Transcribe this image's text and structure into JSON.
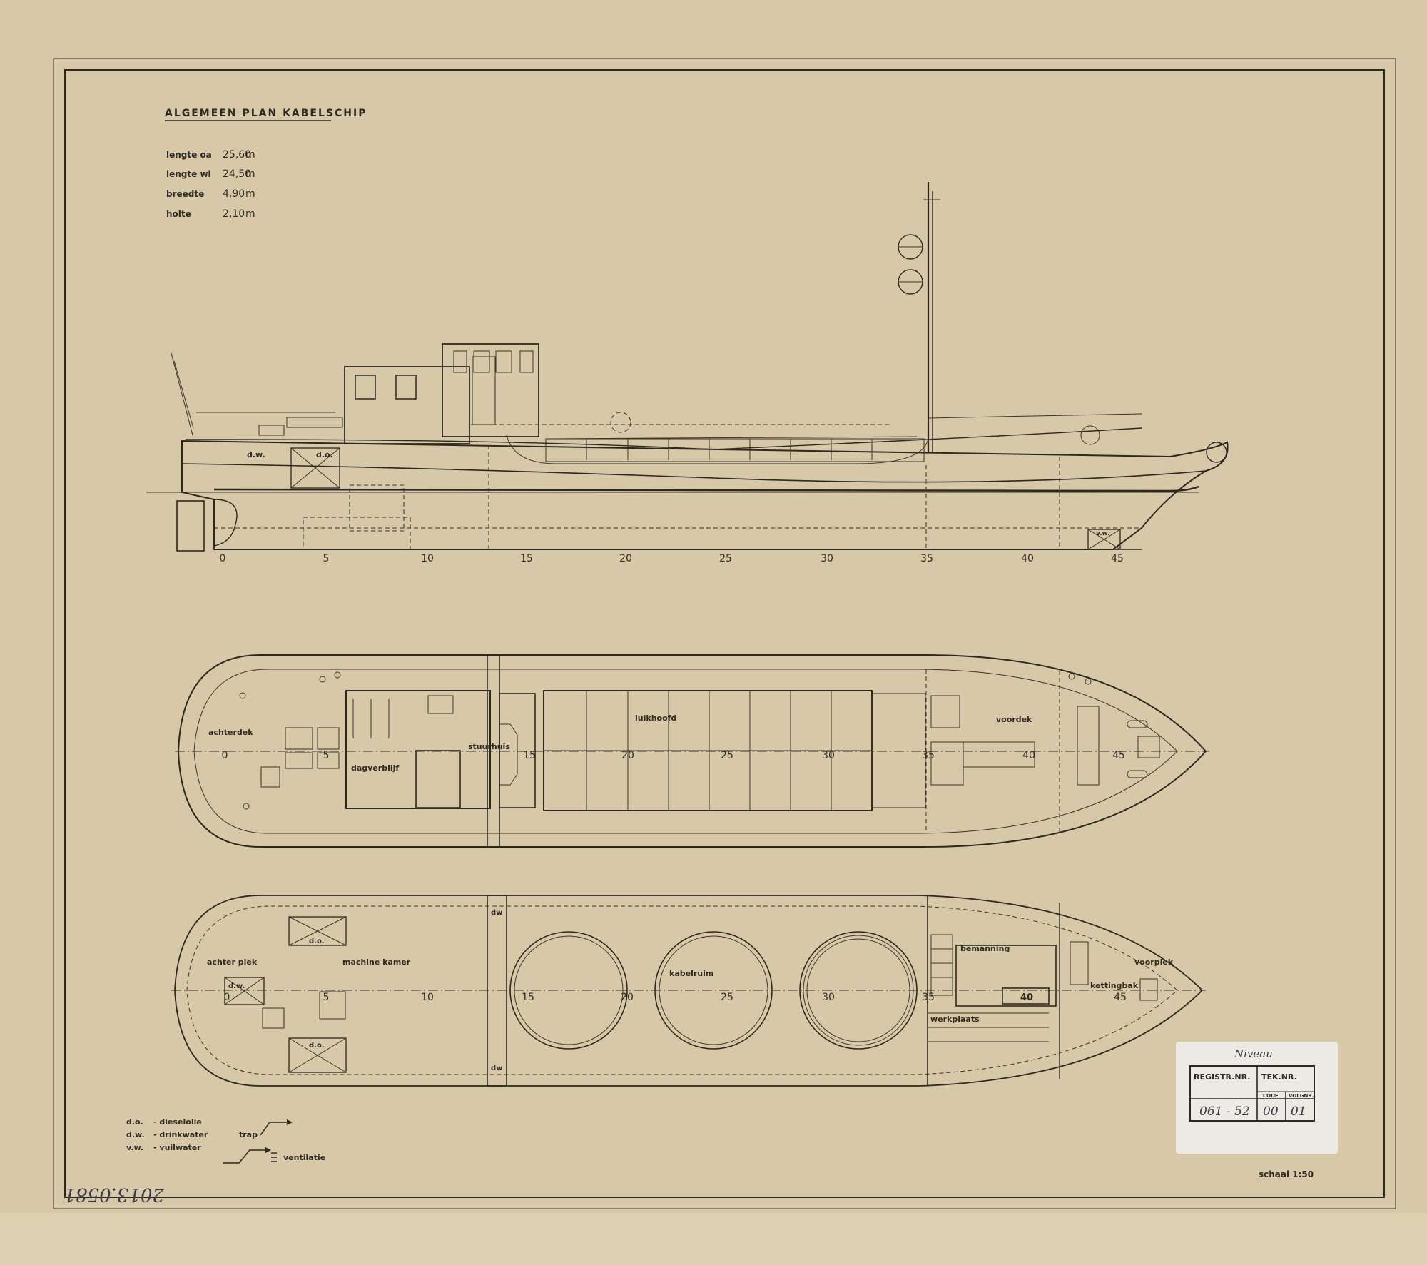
{
  "title": "ALGEMEEN PLAN KABELSCHIP",
  "specs": [
    {
      "label": "lengte oa",
      "value": "25,60",
      "unit": "m"
    },
    {
      "label": "lengte wl",
      "value": "24,50",
      "unit": "m"
    },
    {
      "label": "breedte",
      "value": "4,90",
      "unit": "m"
    },
    {
      "label": "holte",
      "value": "2,10",
      "unit": "m"
    }
  ],
  "frame_numbers": [
    "0",
    "5",
    "10",
    "15",
    "20",
    "25",
    "30",
    "35",
    "40",
    "45"
  ],
  "side_view": {
    "tank_dw": "d.w.",
    "tank_do": "d.o.",
    "vw": "v.w."
  },
  "deck_plan": {
    "achterdek": "achterdek",
    "dagverblijf": "dagverblijf",
    "stuurhuis": "stuurhuis",
    "luikhoofd": "luikhoofd",
    "voordek": "voordek"
  },
  "hold_plan": {
    "achter_piek": "achter piek",
    "machine_kamer": "machine kamer",
    "kabelruim": "kabelruim",
    "bemanning": "bemanning",
    "kettingbak": "kettingbak",
    "voorpiek": "voorpiek",
    "werkplaats": "werkplaats",
    "dw": "d.w.",
    "do": "d.o.",
    "dw_short": "dw",
    "forty": "40"
  },
  "legend": [
    {
      "abbr": "d.o.",
      "text": "- dieselolie"
    },
    {
      "abbr": "d.w.",
      "text": "- drinkwater"
    },
    {
      "abbr": "v.w.",
      "text": "- vuilwater"
    }
  ],
  "legend_symbols": {
    "trap": "trap",
    "ventilatie": "ventilatie"
  },
  "title_block": {
    "handwritten": "Niveau",
    "registr_header": "REGISTR.NR.",
    "tek_header": "TEK.NR.",
    "code_header": "CODE",
    "volgnr_header": "VOLGNR.",
    "registr_value": "061 - 52",
    "code_value": "00",
    "volgnr_value": "01"
  },
  "scale": "schaal 1:50",
  "archive_number": "2013.0581",
  "colors": {
    "paper": "#d7c9a7",
    "ink": "#2d2820"
  }
}
